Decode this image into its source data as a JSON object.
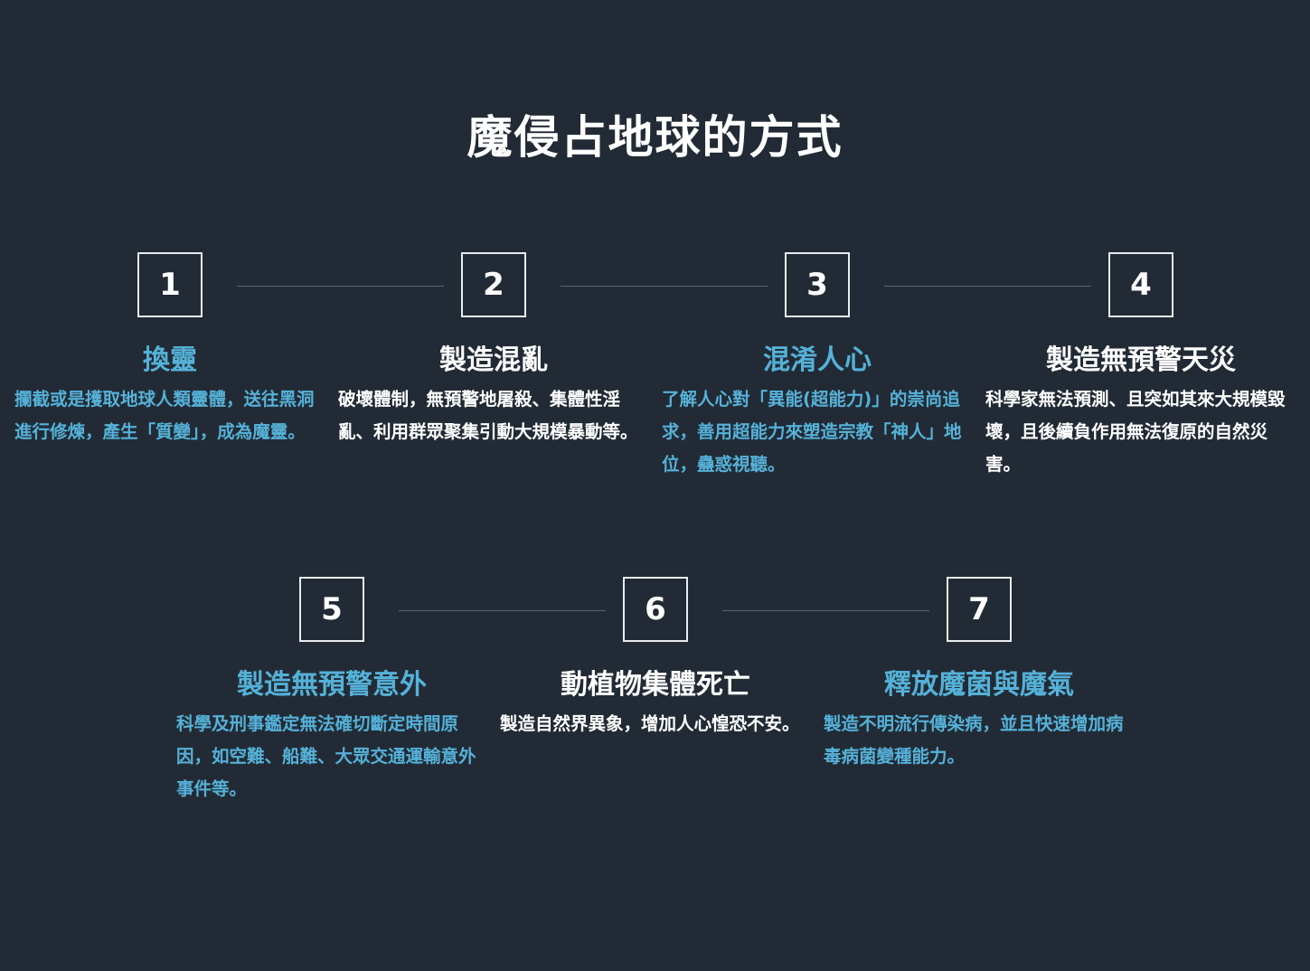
{
  "title": "魔侵占地球的方式",
  "colors": {
    "background": "#222b35",
    "accent": "#55b1d8",
    "text": "#ffffff",
    "connector": "#5c6670"
  },
  "steps": [
    {
      "number": "1",
      "heading": "換靈",
      "description": "攔截或是擭取地球人類靈體，送往黑洞進行修煉，產生「質變」，成為魔靈。",
      "accent": true
    },
    {
      "number": "2",
      "heading": "製造混亂",
      "description": "破壞體制，無預警地屠殺、集體性淫亂、利用群眾聚集引動大規模暴動等。",
      "accent": false
    },
    {
      "number": "3",
      "heading": "混淆人心",
      "description": "了解人心對「異能(超能力)」的崇尚追求，善用超能力來塑造宗教「神人」地位，蠱惑視聽。",
      "accent": true
    },
    {
      "number": "4",
      "heading": "製造無預警天災",
      "description": "科學家無法預測、且突如其來大規模毀壞，且後續負作用無法復原的自然災害。",
      "accent": false
    },
    {
      "number": "5",
      "heading": "製造無預警意外",
      "description": "科學及刑事鑑定無法確切斷定時間原因，如空難、船難、大眾交通運輸意外事件等。",
      "accent": true
    },
    {
      "number": "6",
      "heading": "動植物集體死亡",
      "description": "製造自然界異象，增加人心惶恐不安。",
      "accent": false
    },
    {
      "number": "7",
      "heading": "釋放魔菌與魔氣",
      "description": "製造不明流行傳染病，並且快速增加病毒病菌變種能力。",
      "accent": true
    }
  ]
}
